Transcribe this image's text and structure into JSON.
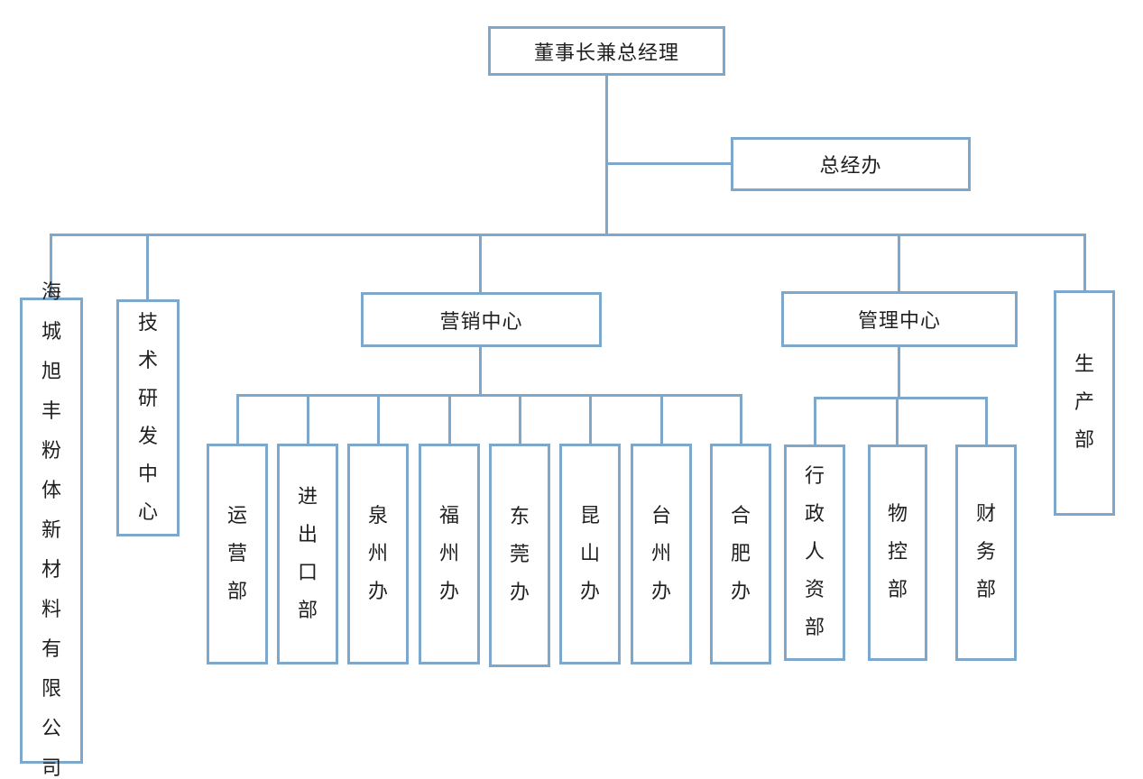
{
  "chart": {
    "type": "org-chart",
    "root": {
      "label": "董事长兼总经理"
    },
    "assistant": {
      "label": "总经办"
    },
    "branches": {
      "company": {
        "label": "海城旭丰粉体新材料有限公司"
      },
      "tech_center": {
        "label": "技术研发中心"
      },
      "marketing_center": {
        "label": "营销中心",
        "children": [
          {
            "label": "运营部"
          },
          {
            "label": "进出口部"
          },
          {
            "label": "泉州办"
          },
          {
            "label": "福州办"
          },
          {
            "label": "东莞办"
          },
          {
            "label": "昆山办"
          },
          {
            "label": "台州办"
          },
          {
            "label": "合肥办"
          }
        ]
      },
      "management_center": {
        "label": "管理中心",
        "children": [
          {
            "label": "行政人资部"
          },
          {
            "label": "物控部"
          },
          {
            "label": "财务部"
          }
        ]
      },
      "production_dept": {
        "label": "生产部"
      }
    }
  },
  "colors": {
    "connector": "#7da7cb",
    "box_border": "#7da7cb",
    "text": "#1f1f1f",
    "background": "#ffffff"
  }
}
